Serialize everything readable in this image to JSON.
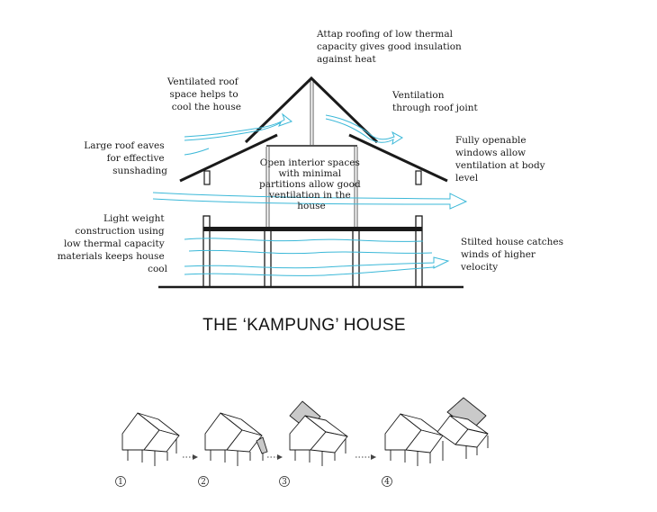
{
  "colors": {
    "ink": "#1a1a1a",
    "wind_arrow": "#3bb8d8",
    "roof_shade": "#c9c9c9",
    "background": "#ffffff"
  },
  "diagram": {
    "title": "THE ‘KAMPUNG’ HOUSE",
    "annotations": {
      "attap_roofing": [
        "Attap roofing of low thermal",
        "capacity gives good insulation",
        "against heat"
      ],
      "ventilated_roof_space": [
        "Ventilated roof",
        "space helps to",
        "cool the house"
      ],
      "ventilation_roof_joint": [
        "Ventilation",
        "through roof joint"
      ],
      "large_roof_eaves": [
        "Large roof eaves",
        "for effective",
        "sunshading"
      ],
      "openable_windows": [
        "Fully openable",
        "windows allow",
        "ventilation at body",
        "level"
      ],
      "open_interior": [
        "Open interior spaces",
        "with minimal",
        "partitions allow good",
        "ventilation in the",
        "house"
      ],
      "light_weight": [
        "Light weight",
        "construction using",
        "low thermal capacity",
        "materials keeps house",
        "cool"
      ],
      "stilted_house": [
        "Stilted house catches",
        "winds of higher",
        "velocity"
      ]
    }
  },
  "growth_sequence": {
    "steps": [
      "1",
      "2",
      "3",
      "4"
    ],
    "arrow_style": "dotted"
  }
}
